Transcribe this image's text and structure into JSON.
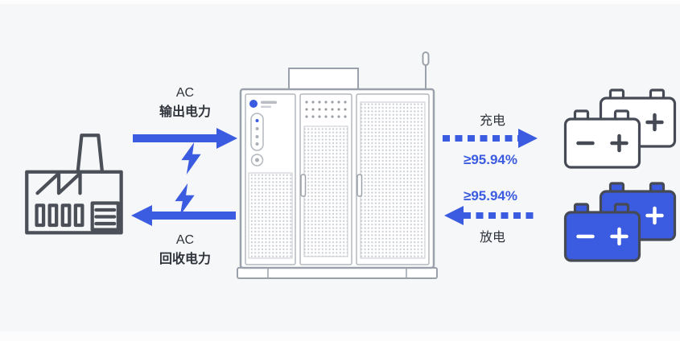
{
  "colors": {
    "accent": "#3b5be0",
    "outline": "#4b5058",
    "cabinet_line": "#9aa1aa",
    "mesh_dot": "#c6cad0",
    "background": "#f6f7f8",
    "text": "#2f333b"
  },
  "flows": {
    "ac_output": {
      "line1": "AC",
      "line2": "输出电力",
      "direction": "right",
      "style": "solid"
    },
    "ac_recovery": {
      "line1": "AC",
      "line2": "回收电力",
      "direction": "left",
      "style": "solid"
    },
    "charge": {
      "label": "充电",
      "value": "≥95.94%",
      "direction": "right",
      "style": "dashed"
    },
    "discharge": {
      "label": "放电",
      "value": "≥95.94%",
      "direction": "left",
      "style": "dashed"
    }
  },
  "icons": {
    "source": "factory-icon",
    "energy": "lightning-icon",
    "system": "battery-test-cabinet-illustration",
    "charged_pack": "battery-pack-outline-icon",
    "discharging_pack": "battery-pack-filled-icon"
  }
}
